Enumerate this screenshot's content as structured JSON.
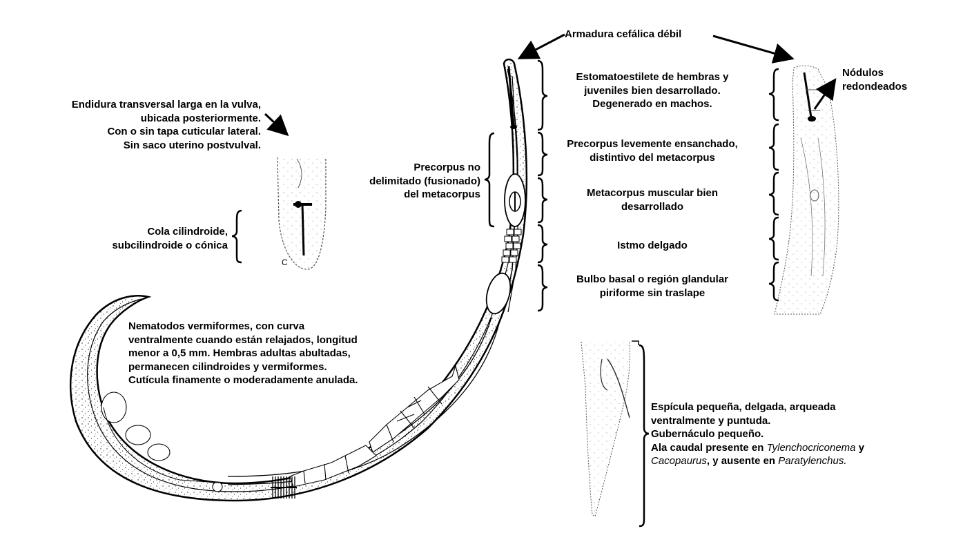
{
  "title": "Armadura cefálica débil",
  "labels": {
    "vulva": [
      "Endidura transversal larga en la vulva,",
      "ubicada posteriormente.",
      "Con o sin tapa cuticular lateral.",
      "Sin saco uterino postvulval."
    ],
    "tail": [
      "Cola cilindroide,",
      "subcilindroide o cónica"
    ],
    "precorpus_left": [
      "Precorpus no",
      "delimitado (fusionado)",
      "del metacorpus"
    ],
    "body": [
      "Nematodos vermiformes, con curva",
      "ventralmente cuando están relajados, longitud",
      "menor a 0,5 mm. Hembras adultas abultadas,",
      "permanecen cilindroides y vermiformes.",
      "Cutícula finamente o moderadamente anulada."
    ],
    "stylet": [
      "Estomatoestilete de hembras y",
      "juveniles bien desarrollado.",
      "Degenerado en machos."
    ],
    "precorpus_right": [
      "Precorpus levemente ensanchado,",
      "distintivo del metacorpus"
    ],
    "metacorpus": [
      "Metacorpus muscular bien",
      "desarrollado"
    ],
    "isthmus": "Istmo delgado",
    "bulb": [
      "Bulbo basal o región glandular",
      "piriforme sin traslape"
    ],
    "knobs": [
      "Nódulos",
      "redondeados"
    ],
    "spicule": {
      "line1": "Espícula pequeña, delgada, arqueada",
      "line2": "ventralmente y puntuda.",
      "line3": "Gubernáculo pequeño.",
      "line4_a": "Ala caudal presente en ",
      "line4_b": "Tylenchocriconema",
      "line4_c": " y",
      "line5_a": "Cacopaurus",
      "line5_b": ", y ausente en ",
      "line5_c": "Paratylenchus."
    },
    "tail_mark": "C"
  }
}
